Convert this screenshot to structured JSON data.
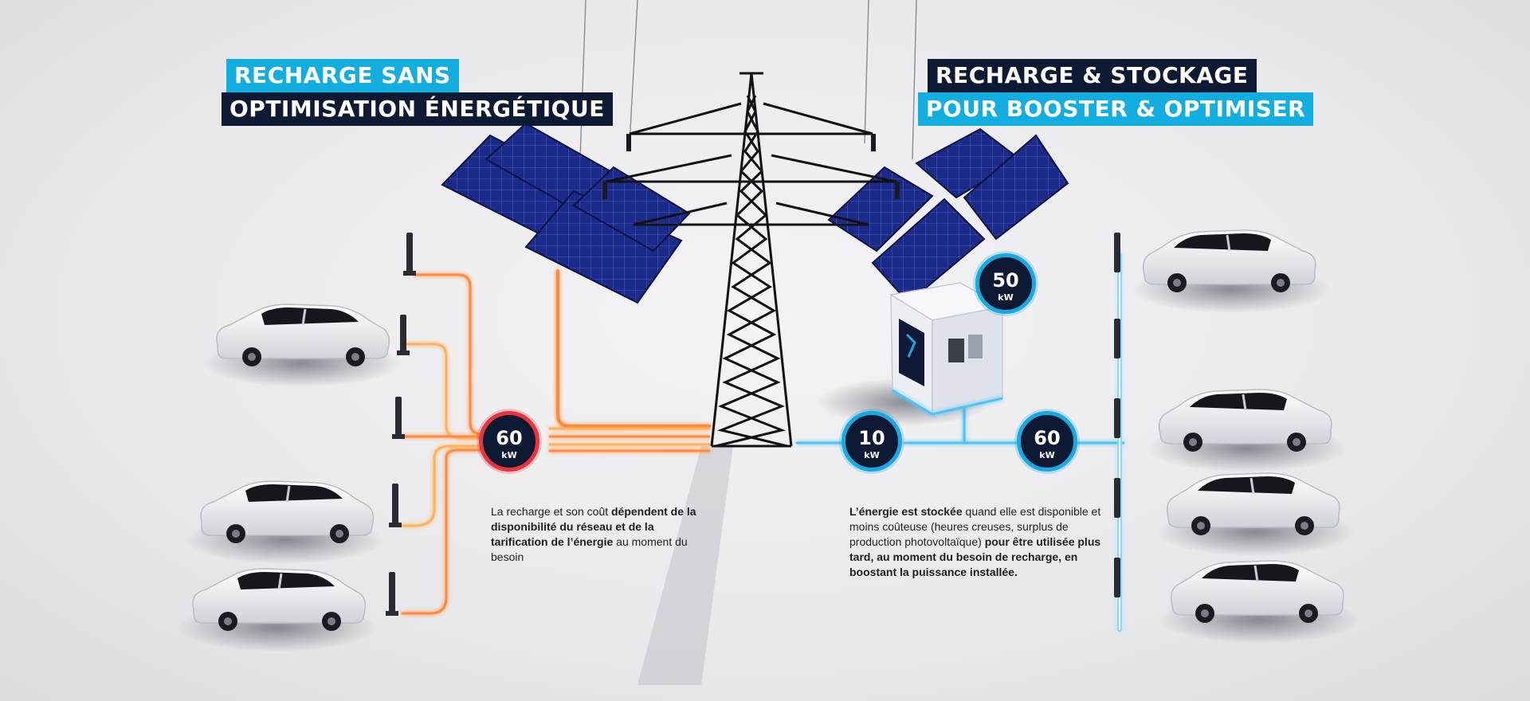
{
  "left_panel": {
    "title_line1": "RECHARGE SANS",
    "title_line2": "OPTIMISATION ÉNERGÉTIQUE",
    "gauge": {
      "value": "60",
      "unit": "kW"
    },
    "description": {
      "part1": "La recharge et son coût ",
      "part2_bold": "dépendent de la disponibilité du réseau et de la tarification de l’énergie",
      "part3": " au moment du besoin"
    },
    "accent_color": "#e8343d"
  },
  "right_panel": {
    "title_line1": "RECHARGE & STOCKAGE",
    "title_line2": "POUR BOOSTER & OPTIMISER",
    "gauges": [
      {
        "id": "storage",
        "value": "50",
        "unit": "kW"
      },
      {
        "id": "grid",
        "value": "10",
        "unit": "kW"
      },
      {
        "id": "output",
        "value": "60",
        "unit": "kW"
      }
    ],
    "description": {
      "part1_bold": "L’énergie est stockée",
      "part2": " quand elle est disponible et moins coûteuse (heures creuses, surplus de production photovoltaïque) ",
      "part3_bold": "pour être utilisée plus tard, au moment du besoin de recharge, en boostant la puissance installée."
    },
    "accent_color": "#19a9e1"
  },
  "colors": {
    "navy": "#0e1a33",
    "cyan": "#12aee0",
    "red_glow": "#ff7a3a",
    "background": "#ececef"
  },
  "icons": [
    "electric-pylon",
    "solar-panel",
    "battery-storage-container",
    "ev-charger",
    "car"
  ]
}
